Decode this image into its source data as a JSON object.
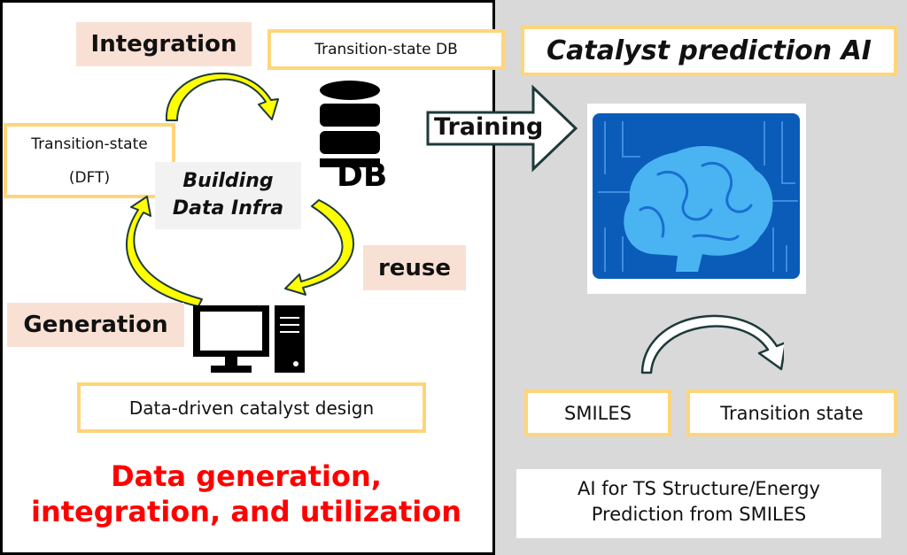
{
  "left": {
    "integration": "Integration",
    "ts_db": "Transition-state DB",
    "ts_dft_line1": "Transition-state",
    "ts_dft_line2": "(DFT)",
    "building_line1": "Building",
    "building_line2": "Data Infra",
    "db_label": "DB",
    "reuse": "reuse",
    "generation": "Generation",
    "data_driven": "Data-driven catalyst design",
    "caption_line1": "Data generation,",
    "caption_line2": "integration, and utilization"
  },
  "training": "Training",
  "right": {
    "title": "Catalyst prediction AI",
    "smiles": "SMILES",
    "transition_state": "Transition state",
    "desc_line1": "AI for TS Structure/Energy",
    "desc_line2": "Prediction from SMILES"
  },
  "colors": {
    "accent_red": "#ff0000",
    "yellow": "#ffff00",
    "box_border": "#ffd57a",
    "pink": "#f9e0d4",
    "gray_panel": "#d9d9d9"
  }
}
